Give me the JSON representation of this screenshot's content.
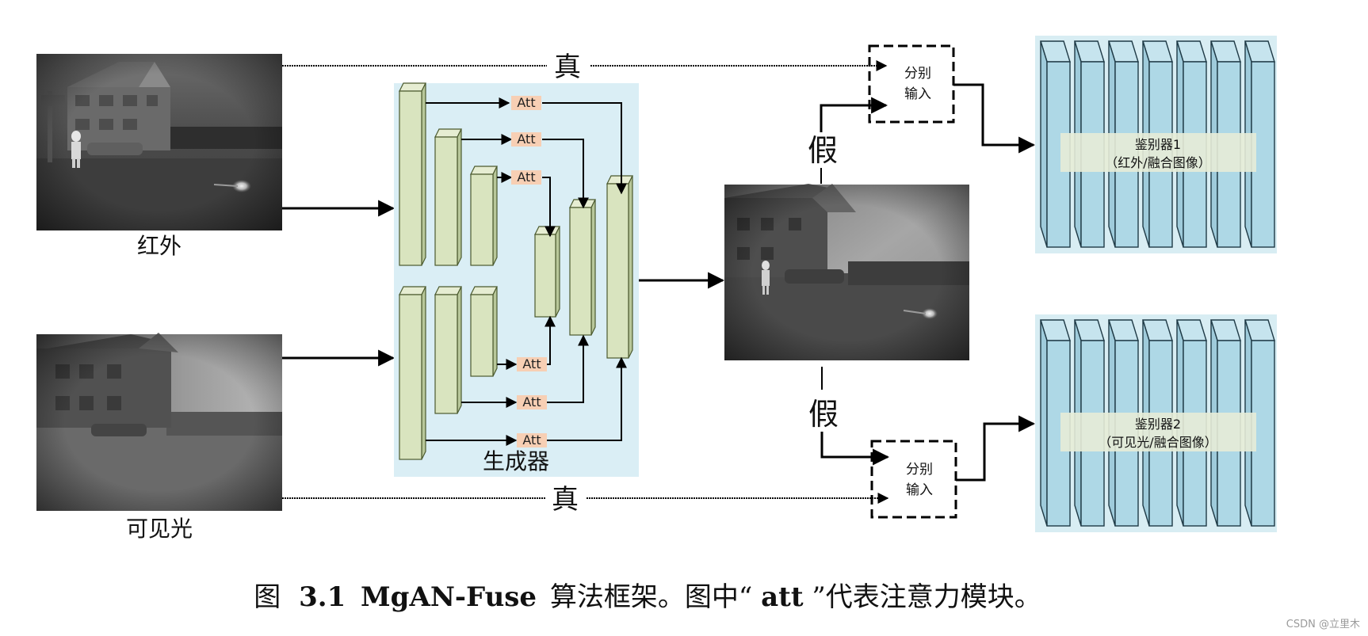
{
  "inputs": {
    "infrared_label": "红外",
    "visible_label": "可见光"
  },
  "edges": {
    "real_top": "真",
    "real_bottom": "真",
    "fake_top": "假",
    "fake_bottom": "假"
  },
  "generator": {
    "label": "生成器",
    "att_label": "Att"
  },
  "split_input": {
    "line1": "分别",
    "line2": "输入"
  },
  "discriminator1": {
    "name": "鉴别器1",
    "sub": "（红外/融合图像）"
  },
  "discriminator2": {
    "name": "鉴别器2",
    "sub": "（可见光/融合图像）"
  },
  "caption": {
    "prefix": "图",
    "number": "3.1",
    "method": "MgAN-Fuse",
    "text": "算法框架。图中“",
    "att": "att",
    "suffix": "”代表注意力模块。"
  },
  "watermark": "CSDN @立里木",
  "colors": {
    "generator_bg": "#daeef5",
    "block_fill": "#d9e4bf",
    "block_stroke": "#5a6b3a",
    "att_fill": "#f7cfb4",
    "disc_bg": "#d8edf3",
    "disc_column": "#aed8e6",
    "disc_label_bg": "#e7ecd7"
  }
}
